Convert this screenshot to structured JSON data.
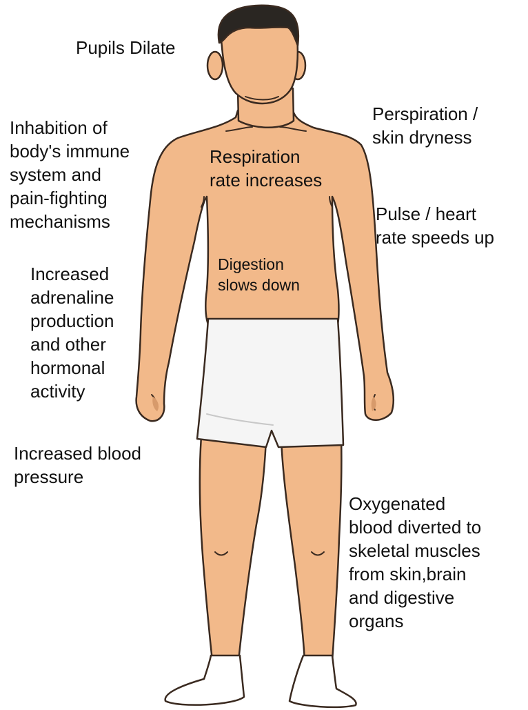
{
  "colors": {
    "skin": "#F2B98A",
    "skin_shadow": "#D79A6B",
    "outline": "#3A2A20",
    "hair": "#2A2622",
    "shorts": "#F5F5F5",
    "socks": "#FFFFFF",
    "text": "#111111"
  },
  "labels": {
    "pupils": "Pupils Dilate",
    "immune": "Inhabition of\nbody's immune\nsystem and\npain-fighting\nmechanisms",
    "adrenaline": "Increased\nadrenaline\nproduction\nand other\nhormonal\nactivity",
    "blood_pressure": "Increased blood\npressure",
    "perspiration": "Perspiration /\nskin dryness",
    "respiration": "Respiration\nrate increases",
    "pulse": "Pulse / heart\nrate speeds up",
    "digestion": "Digestion\nslows down",
    "oxygen": "Oxygenated\nblood diverted to\nskeletal muscles\nfrom skin,brain\nand digestive\norgans"
  }
}
